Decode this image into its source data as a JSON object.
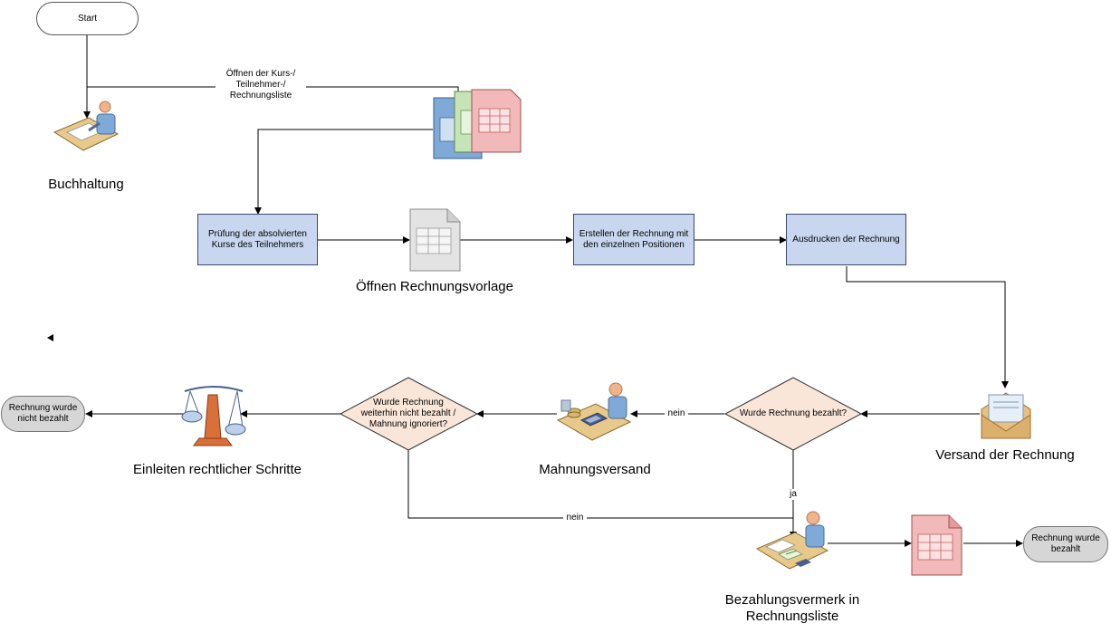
{
  "nodes": {
    "start": "Start",
    "pruefung": "Prüfung der absolvierten Kurse des Teilnehmers",
    "erstellen": "Erstellen der Rechnung mit den einzelnen Positionen",
    "ausdrucken": "Ausdrucken der Rechnung",
    "wurde_bezahlt": "Wurde Rechnung bezahlt?",
    "weiterhin": "Wurde Rechnung weiterhin nicht bezahlt / Mahnung ignoriert?",
    "nicht_bezahlt_end": "Rechnung wurde nicht bezahlt",
    "bezahlt_end": "Rechnung wurde bezahlt"
  },
  "icon_labels": {
    "buchhaltung": "Buchhaltung",
    "rechnungsvorlage": "Öffnen Rechnungsvorlage",
    "versand": "Versand der Rechnung",
    "mahnungsversand": "Mahnungsversand",
    "rechtliche_schritte": "Einleiten rechtlicher Schritte",
    "bezahlungsvermerk": "Bezahlungsvermerk in Rechnungsliste"
  },
  "edge_labels": {
    "oeffnen_liste": "Öffnen der Kurs-/ Teilnehmer-/ Rechnungsliste",
    "nein_1": "nein",
    "ja": "ja",
    "nein_2": "nein"
  },
  "icons": {
    "person_desk": "person-at-desk-icon",
    "spreadsheet": "spreadsheet-document-icon",
    "envelope": "envelope-icon",
    "scales": "scales-of-justice-icon",
    "calculator": "calculator-icon"
  },
  "colors": {
    "process_fill": "#c8d7ef",
    "decision_fill": "#fae6d8",
    "terminal_grey": "#d6d6d6",
    "doc_blue": "#7fa9d6",
    "doc_green": "#c7e4b8",
    "doc_red": "#f1b9b9"
  }
}
